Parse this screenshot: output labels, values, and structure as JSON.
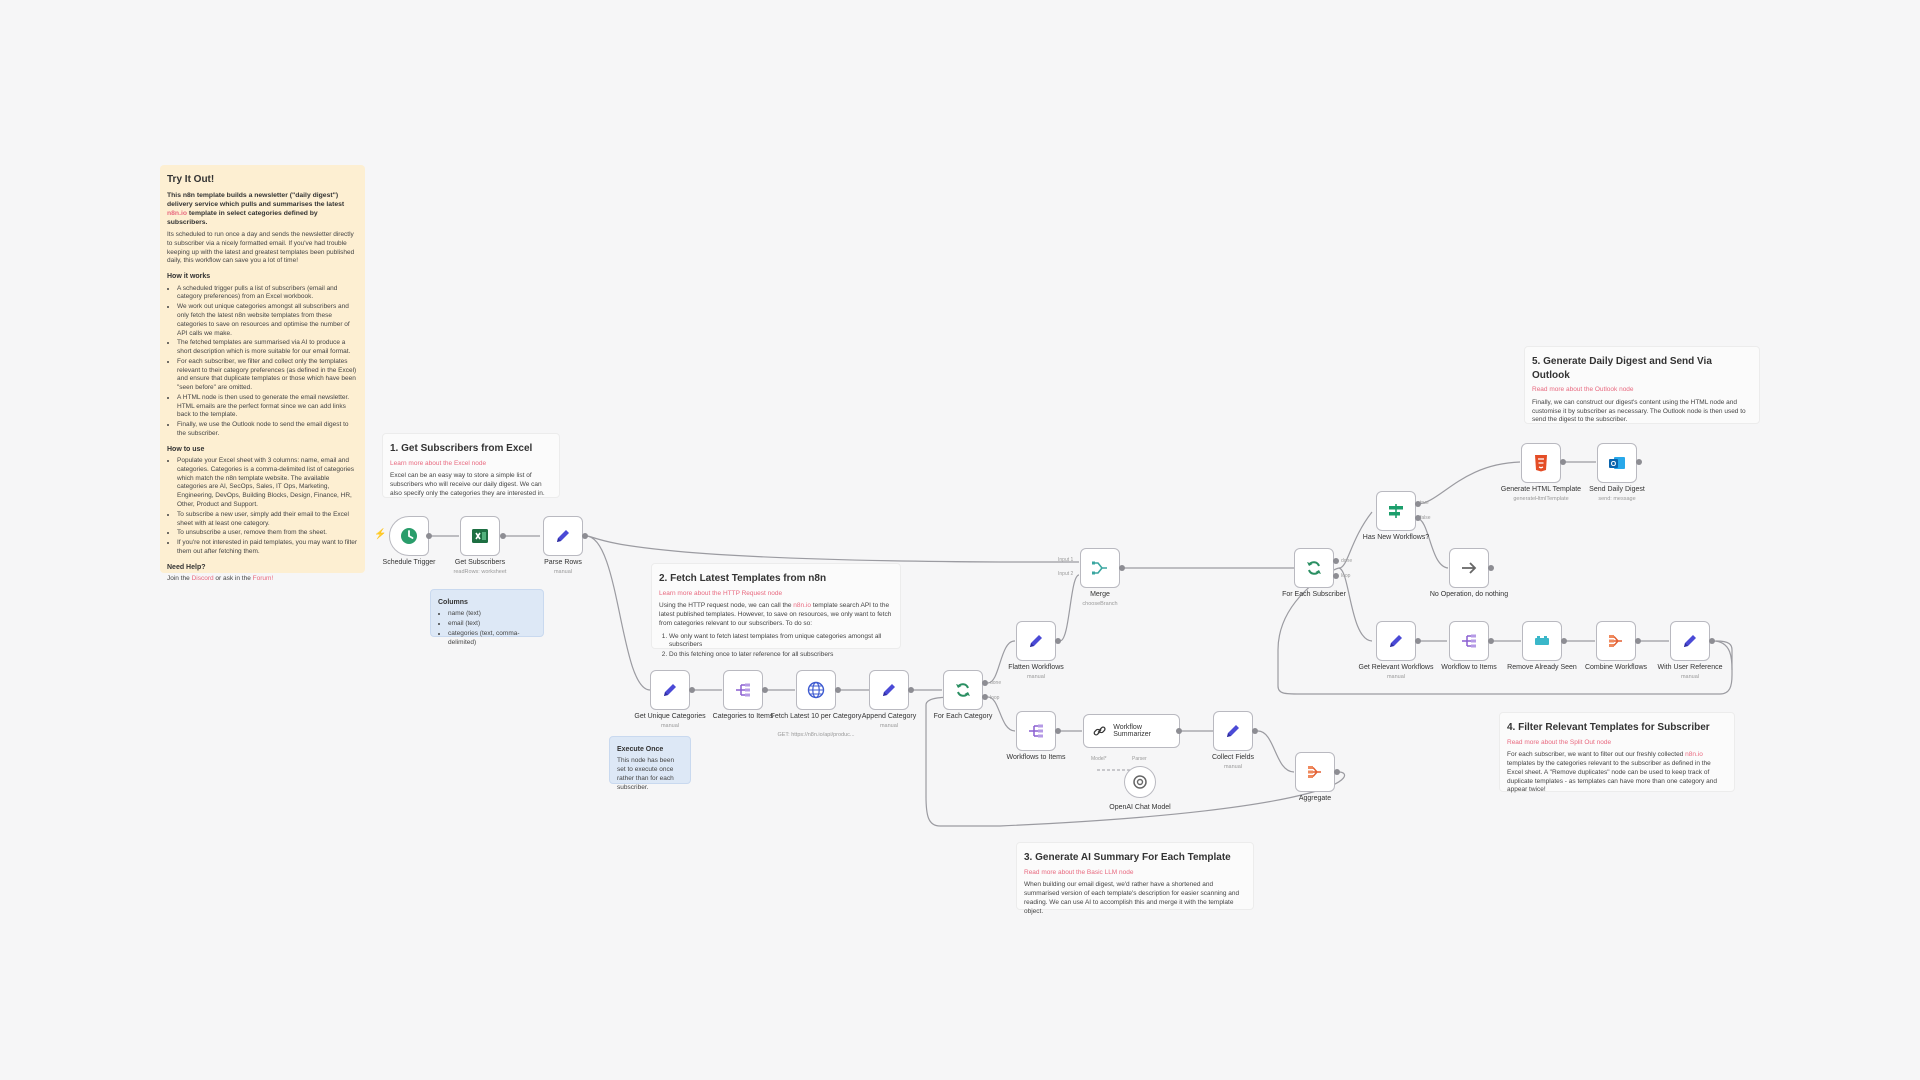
{
  "notes": {
    "try_it": {
      "title": "Try It Out!",
      "lead_a": "This n8n template builds a newsletter (\"daily digest\") delivery service which pulls and summarises the latest ",
      "lead_link": "n8n.io",
      "lead_b": " template in select categories defined by subscribers.",
      "intro": "Its scheduled to run once a day and sends the newsletter directly to subscriber via a nicely formatted email. If you've had trouble keeping up with the latest and greatest templates been published daily, this workflow can save you a lot of time!",
      "how_works_title": "How it works",
      "how_works": [
        "A scheduled trigger pulls a list of subscribers (email and category preferences) from an Excel workbook.",
        "We work out unique categories amongst all subscribers and only fetch the latest n8n website templates from these categories to save on resources and optimise the number of API calls we make.",
        "The fetched templates are summarised via AI to produce a short description which is more suitable for our email format.",
        "For each subscriber, we filter and collect only the templates relevant to their category preferences (as defined in the Excel) and ensure that duplicate templates or those which have been \"seen before\" are omitted.",
        "A HTML node is then used to generate the email newsletter. HTML emails are the perfect format since we can add links back to the template.",
        "Finally, we use the Outlook node to send the email digest to the subscriber."
      ],
      "how_use_title": "How to use",
      "how_use": [
        "Populate your Excel sheet with 3 columns: name, email and categories. Categories is a comma-delimited list of categories which match the n8n template website. The available categories are AI, SecOps, Sales, IT Ops, Marketing, Engineering, DevOps, Building Blocks, Design, Finance, HR, Other, Product and Support.",
        "To subscribe a new user, simply add their email to the Excel sheet with at least one category.",
        "To unsubscribe a user, remove them from the sheet.",
        "If you're not interested in paid templates, you may want to filter them out after fetching them."
      ],
      "help_title": "Need Help?",
      "help_a": "Join the ",
      "help_discord": "Discord",
      "help_b": " or ask in the ",
      "help_forum": "Forum!"
    },
    "s1": {
      "title": "1. Get Subscribers from Excel",
      "link": "Learn more about the Excel node",
      "body": "Excel can be an easy way to store a simple list of subscribers who will receive our daily digest. We can also specify only the categories they are interested in."
    },
    "columns": {
      "title": "Columns",
      "items": [
        "name (text)",
        "email (text)",
        "categories (text, comma-delimited)"
      ]
    },
    "s2": {
      "title": "2. Fetch Latest Templates from n8n",
      "link": "Learn more about the HTTP Request node",
      "body_a": "Using the HTTP request node, we can call the ",
      "body_link": "n8n.io",
      "body_b": " template search API to the latest published templates. However, to save on resources, we only want to fetch from categories relevant to our subscribers. To do so:",
      "items": [
        "We only want to fetch latest templates from unique categories amongst all subscribers",
        "Do this fetching once to later reference for all subscribers"
      ]
    },
    "exec": {
      "title": "Execute Once",
      "body": "This node has been set to execute once rather than for each subscriber."
    },
    "s3": {
      "title": "3. Generate AI Summary For Each Template",
      "link": "Read more about the Basic LLM node",
      "body": "When building our email digest, we'd rather have a shortened and summarised version of each template's description for easier scanning and reading. We can use AI to accomplish this and merge it with the template object."
    },
    "s4": {
      "title": "4. Filter Relevant Templates for Subscriber",
      "link": "Read more about the Split Out node",
      "body_a": "For each subscriber, we want to filter out our freshly collected ",
      "body_link": "n8n.io",
      "body_b": " templates by the categories relevant to the subscriber as defined in the Excel sheet. A \"Remove duplicates\" node can be used to keep track of duplicate templates - as templates can have more than one category and appear twice!"
    },
    "s5": {
      "title": "5. Generate Daily Digest and Send Via Outlook",
      "link": "Read more about the Outlook node",
      "body": "Finally, we can construct our digest's content using the HTML node and customise it by subscriber as necessary. The Outlook node is then used to send the digest to the subscriber."
    }
  },
  "nodes": {
    "schedule": {
      "label": "Schedule Trigger",
      "icon": "clock-icon"
    },
    "get_subs": {
      "label": "Get Subscribers",
      "sub": "readRows: worksheet",
      "icon": "excel-icon"
    },
    "parse_rows": {
      "label": "Parse Rows",
      "sub": "manual",
      "icon": "pencil-icon"
    },
    "unique_cat": {
      "label": "Get Unique Categories",
      "sub": "manual",
      "icon": "pencil-icon"
    },
    "cat_items": {
      "label": "Categories to Items",
      "icon": "split-icon"
    },
    "fetch_latest": {
      "label": "Fetch Latest 10 per Category",
      "sub": "GET: https://n8n.io/api/produc...",
      "icon": "globe-icon"
    },
    "append_cat": {
      "label": "Append Category",
      "sub": "manual",
      "icon": "pencil-icon"
    },
    "each_cat": {
      "label": "For Each Category",
      "icon": "loop-icon",
      "done": "done",
      "loop": "loop"
    },
    "flatten": {
      "label": "Flatten Workflows",
      "sub": "manual",
      "icon": "pencil-icon"
    },
    "wf_items": {
      "label": "Workflows to Items",
      "icon": "split-icon"
    },
    "summarizer": {
      "label": "Workflow Summarizer",
      "icon": "link-icon",
      "model_port": "Model*",
      "parser_port": "Parser"
    },
    "openai": {
      "label": "OpenAI Chat Model",
      "icon": "openai-icon"
    },
    "collect": {
      "label": "Collect Fields",
      "sub": "manual",
      "icon": "pencil-icon"
    },
    "aggregate": {
      "label": "Aggregate",
      "icon": "aggregate-icon"
    },
    "merge": {
      "label": "Merge",
      "sub": "chooseBranch",
      "icon": "merge-icon",
      "in1": "Input 1",
      "in2": "Input 2"
    },
    "each_sub": {
      "label": "For Each Subscriber",
      "icon": "loop-icon",
      "done": "done",
      "loop": "loop"
    },
    "has_new": {
      "label": "Has New Workflows?",
      "icon": "if-icon",
      "true": "true",
      "false": "false"
    },
    "noop": {
      "label": "No Operation, do nothing",
      "icon": "arrow-icon"
    },
    "gen_html": {
      "label": "Generate HTML Template",
      "sub": "generateHtmlTemplate",
      "icon": "html-icon"
    },
    "send_digest": {
      "label": "Send Daily Digest",
      "sub": "send: message",
      "icon": "outlook-icon"
    },
    "get_relevant": {
      "label": "Get Relevant Workflows",
      "sub": "manual",
      "icon": "pencil-icon"
    },
    "wf_to_items": {
      "label": "Workflow to Items",
      "icon": "split-icon"
    },
    "remove_seen": {
      "label": "Remove Already Seen",
      "icon": "dedupe-icon"
    },
    "combine": {
      "label": "Combine Workflows",
      "icon": "aggregate-icon"
    },
    "user_ref": {
      "label": "With User Reference",
      "sub": "manual",
      "icon": "pencil-icon"
    }
  },
  "colors": {
    "sticky_yellow": "#fdefd2",
    "sticky_blue": "#dde8f6",
    "link": "#e8697f",
    "pencil": "#4b4ad6",
    "excel": "#1d6f42",
    "loop": "#2a8f62",
    "split": "#8a5fd1",
    "trigger_bolt": "#ff6d5a"
  }
}
